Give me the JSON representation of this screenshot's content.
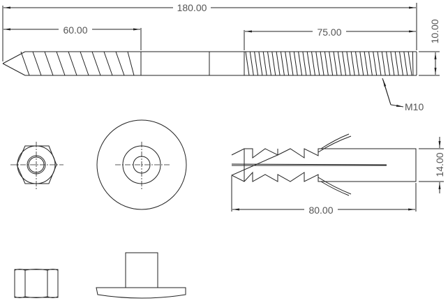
{
  "dimensions": {
    "overall_length": "180.00",
    "tip_thread_length": "60.00",
    "machine_thread_length": "75.00",
    "shank_diameter": "10.00",
    "thread_callout": "M10",
    "plug_diameter": "14.00",
    "plug_length": "80.00"
  }
}
